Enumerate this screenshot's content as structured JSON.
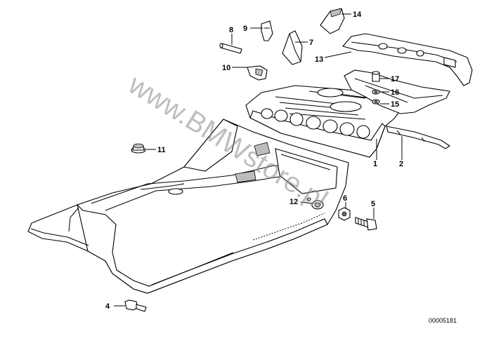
{
  "diagram": {
    "document_number": "00005181",
    "watermark": "www.BMWstore.pl",
    "callouts": [
      {
        "id": "1",
        "label": "1"
      },
      {
        "id": "2",
        "label": "2"
      },
      {
        "id": "4",
        "label": "4"
      },
      {
        "id": "5",
        "label": "5"
      },
      {
        "id": "6",
        "label": "6"
      },
      {
        "id": "7",
        "label": "7"
      },
      {
        "id": "8",
        "label": "8"
      },
      {
        "id": "9",
        "label": "9"
      },
      {
        "id": "10",
        "label": "10"
      },
      {
        "id": "11",
        "label": "11"
      },
      {
        "id": "12",
        "label": "12"
      },
      {
        "id": "13",
        "label": "13"
      },
      {
        "id": "14",
        "label": "14"
      },
      {
        "id": "15",
        "label": "15"
      },
      {
        "id": "16",
        "label": "16"
      },
      {
        "id": "17",
        "label": "17"
      }
    ]
  }
}
